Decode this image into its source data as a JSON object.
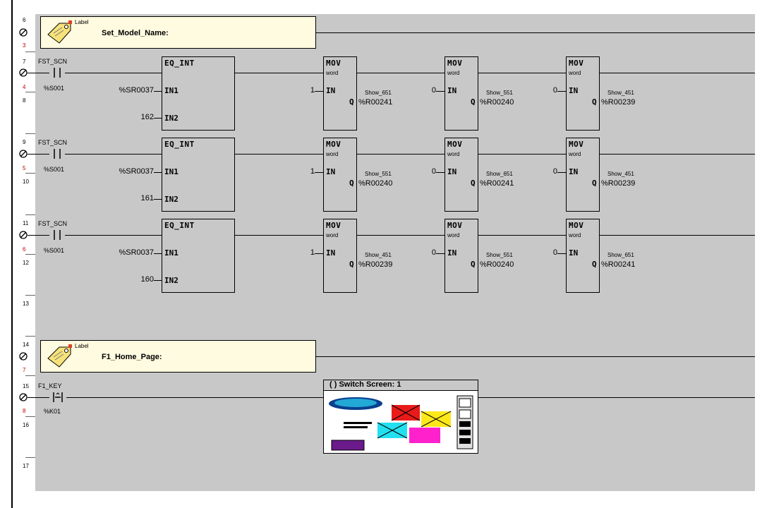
{
  "rungs": {
    "numbers": [
      "6",
      "3",
      "7",
      "4",
      "8",
      "9",
      "5",
      "10",
      "11",
      "6",
      "12",
      "13",
      "14",
      "7",
      "15",
      "8",
      "16",
      "17"
    ]
  },
  "labels": {
    "tag_word": "Label",
    "set_model": "Set_Model_Name:",
    "f1_home": "F1_Home_Page:"
  },
  "contacts": {
    "fst_scn": "FST_SCN",
    "s001": "%S001",
    "f1_key": "F1_KEY",
    "k01": "%K01"
  },
  "eq": {
    "title": "EQ_INT",
    "in1": "IN1",
    "in2": "IN2",
    "source": "%SR0037",
    "vals": [
      "162",
      "161",
      "160"
    ]
  },
  "mov": {
    "title": "MOV",
    "sub": "word",
    "in": "IN",
    "q": "Q",
    "rows": [
      [
        {
          "in": "1",
          "name": "Show_651",
          "reg": "%R00241"
        },
        {
          "in": "0",
          "name": "Show_551",
          "reg": "%R00240"
        },
        {
          "in": "0",
          "name": "Show_451",
          "reg": "%R00239"
        }
      ],
      [
        {
          "in": "1",
          "name": "Show_551",
          "reg": "%R00240"
        },
        {
          "in": "0",
          "name": "Show_651",
          "reg": "%R00241"
        },
        {
          "in": "0",
          "name": "Show_451",
          "reg": "%R00239"
        }
      ],
      [
        {
          "in": "1",
          "name": "Show_451",
          "reg": "%R00239"
        },
        {
          "in": "0",
          "name": "Show_551",
          "reg": "%R00240"
        },
        {
          "in": "0",
          "name": "Show_651",
          "reg": "%R00241"
        }
      ]
    ]
  },
  "switch": {
    "title": "( ) Switch Screen: 1"
  },
  "icons": [
    "tag-icon",
    "screen-thumbnail-icon"
  ]
}
